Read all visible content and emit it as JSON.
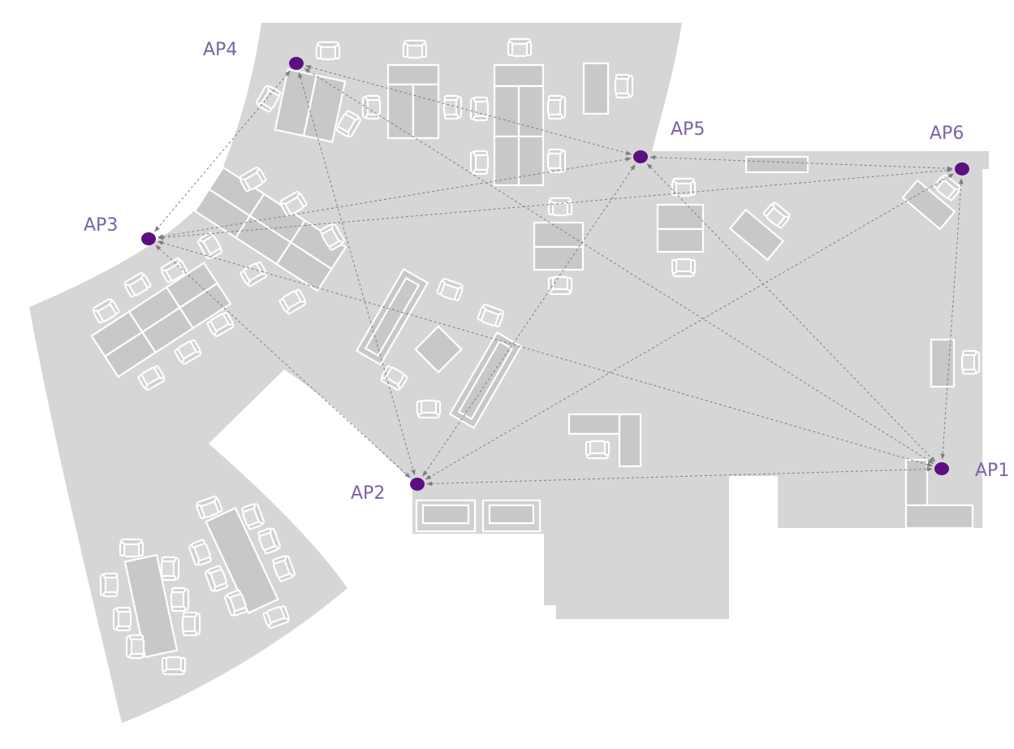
{
  "access_points": [
    {
      "id": "ap1",
      "label": "AP1"
    },
    {
      "id": "ap2",
      "label": "AP2"
    },
    {
      "id": "ap3",
      "label": "AP3"
    },
    {
      "id": "ap4",
      "label": "AP4"
    },
    {
      "id": "ap5",
      "label": "AP5"
    },
    {
      "id": "ap6",
      "label": "AP6"
    }
  ],
  "links": [
    [
      "ap4",
      "ap3"
    ],
    [
      "ap4",
      "ap2"
    ],
    [
      "ap4",
      "ap5"
    ],
    [
      "ap4",
      "ap1"
    ],
    [
      "ap3",
      "ap5"
    ],
    [
      "ap3",
      "ap6"
    ],
    [
      "ap3",
      "ap2"
    ],
    [
      "ap3",
      "ap1"
    ],
    [
      "ap5",
      "ap6"
    ],
    [
      "ap5",
      "ap2"
    ],
    [
      "ap5",
      "ap1"
    ],
    [
      "ap6",
      "ap2"
    ],
    [
      "ap6",
      "ap1"
    ],
    [
      "ap2",
      "ap1"
    ]
  ],
  "colors": {
    "floor": "#d6d6d7",
    "access_point": "#5b0f80",
    "label": "#7b62a8",
    "link": "#7d7d80"
  }
}
